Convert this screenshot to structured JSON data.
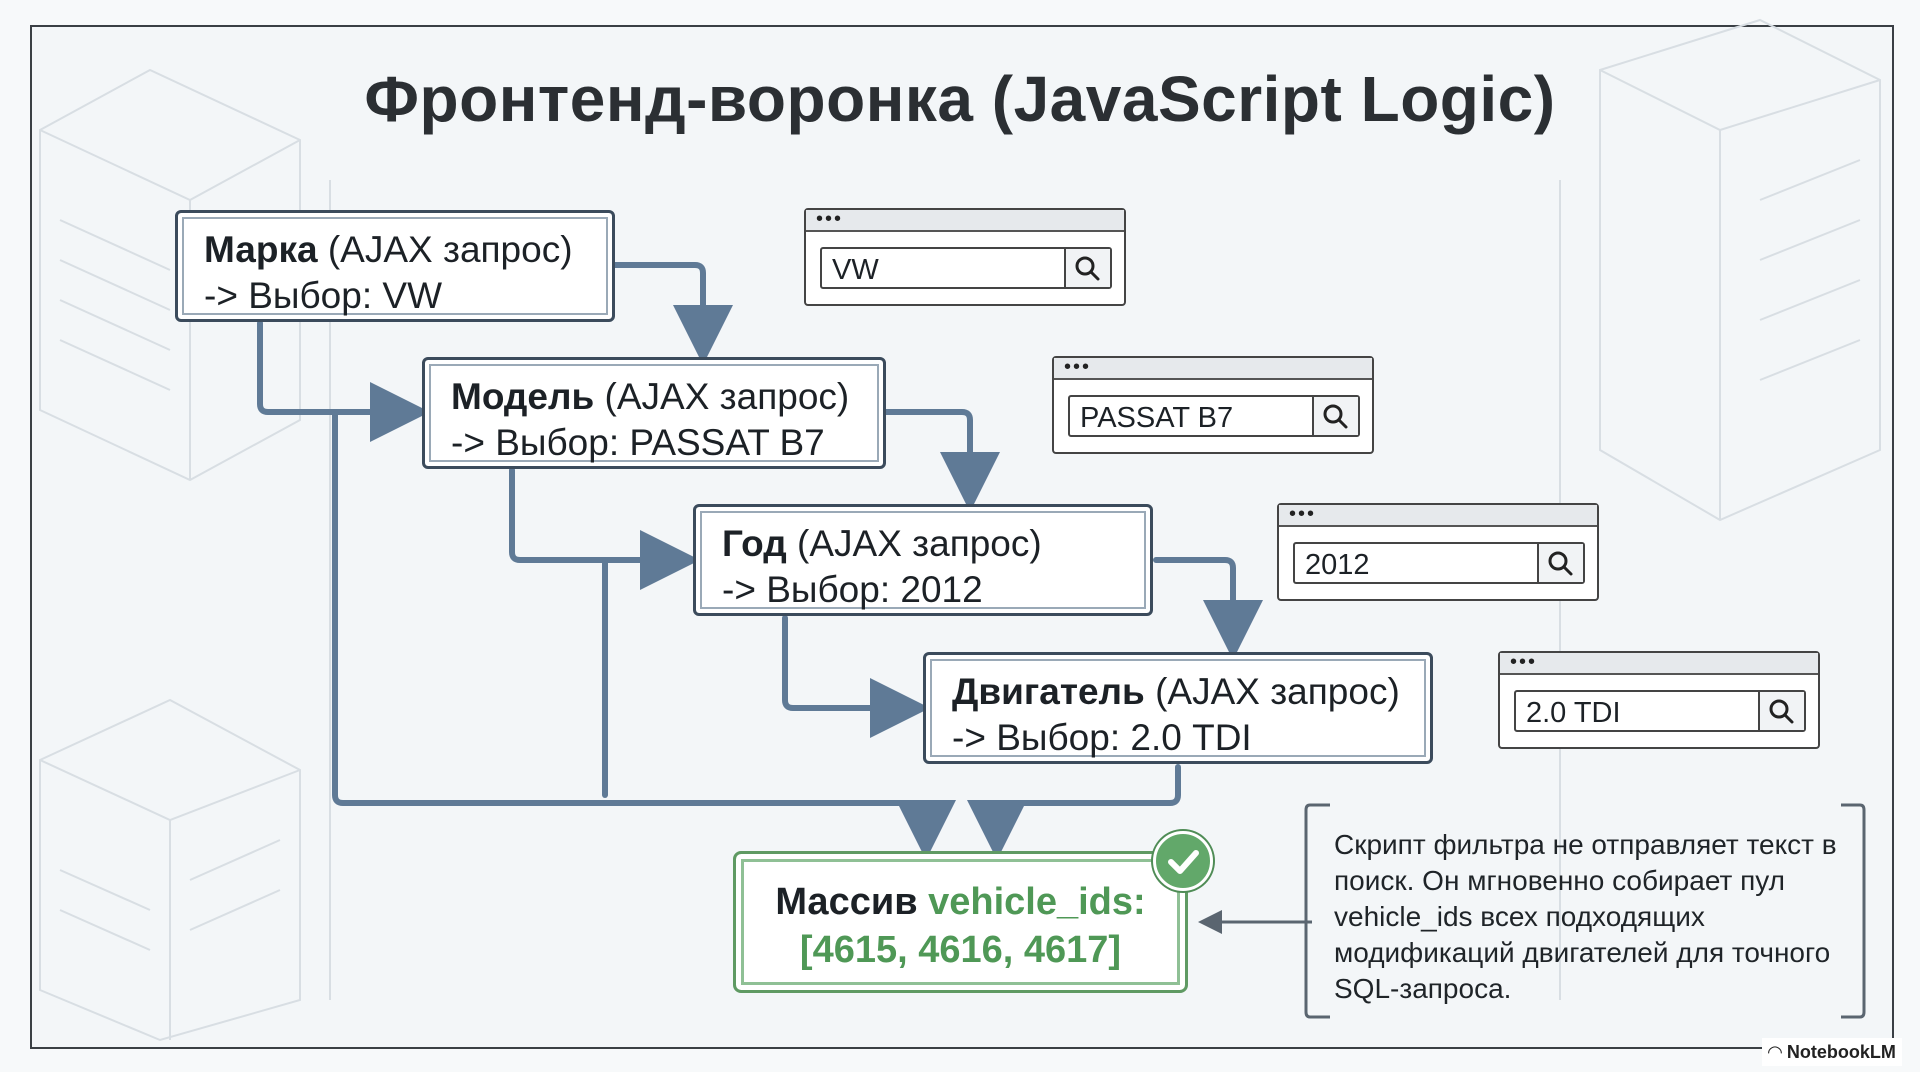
{
  "title": "Фронтенд-воронка (JavaScript Logic)",
  "steps": [
    {
      "name": "Марка",
      "request": "(AJAX запрос)",
      "choice": "-> Выбор: VW"
    },
    {
      "name": "Модель",
      "request": "(AJAX запрос)",
      "choice": "-> Выбор: PASSAT B7"
    },
    {
      "name": "Год",
      "request": "(AJAX запрос)",
      "choice": "-> Выбор: 2012"
    },
    {
      "name": "Двигатель",
      "request": "(AJAX запрос)",
      "choice": "-> Выбор: 2.0 TDI"
    }
  ],
  "browsers": [
    {
      "value": "VW"
    },
    {
      "value": "PASSAT B7"
    },
    {
      "value": "2012"
    },
    {
      "value": "2.0 TDI"
    }
  ],
  "result": {
    "label": "Массив",
    "var": "vehicle_ids:",
    "values": "[4615, 4616, 4617]"
  },
  "note": "Скрипт фильтра не отправляет текст в поиск. Он мгновенно собирает пул vehicle_ids всех подходящих модификаций двигателей для точного SQL-запроса.",
  "branding": "NotebookLM",
  "colors": {
    "arrow": "#5f7a96",
    "box_border": "#3b4b5c",
    "result_green": "#4f9856",
    "check": "#62a86a"
  }
}
